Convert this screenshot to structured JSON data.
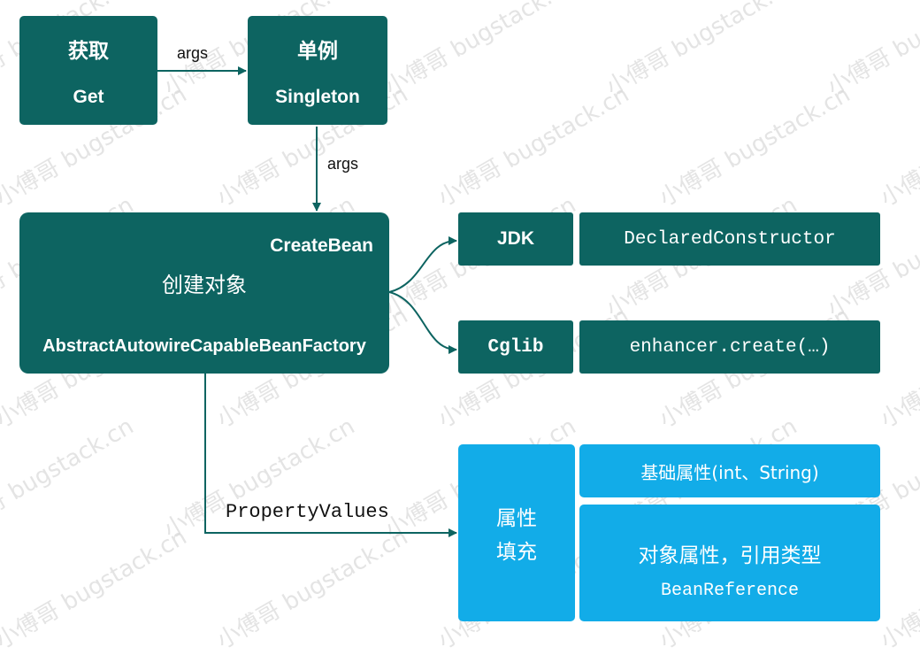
{
  "watermark": "小傅哥 bugstack.cn",
  "nodes": {
    "get": {
      "cn": "获取",
      "en": "Get"
    },
    "singleton": {
      "cn": "单例",
      "en": "Singleton"
    },
    "create_bean": {
      "method": "CreateBean",
      "cn": "创建对象",
      "class": "AbstractAutowireCapableBeanFactory"
    },
    "jdk": {
      "label": "JDK",
      "detail": "DeclaredConstructor"
    },
    "cglib": {
      "label": "Cglib",
      "detail": "enhancer.create(…)"
    },
    "fill": {
      "line1": "属性",
      "line2": "填充"
    },
    "basic_attr": {
      "label": "基础属性(int、String)"
    },
    "object_attr": {
      "label": "对象属性，引用类型",
      "sub": "BeanReference"
    }
  },
  "edges": {
    "get_to_singleton": "args",
    "singleton_to_create": "args",
    "create_to_fill": "PropertyValues"
  },
  "colors": {
    "teal": "#0d6461",
    "blue": "#12ace8",
    "line": "#0d6461"
  }
}
